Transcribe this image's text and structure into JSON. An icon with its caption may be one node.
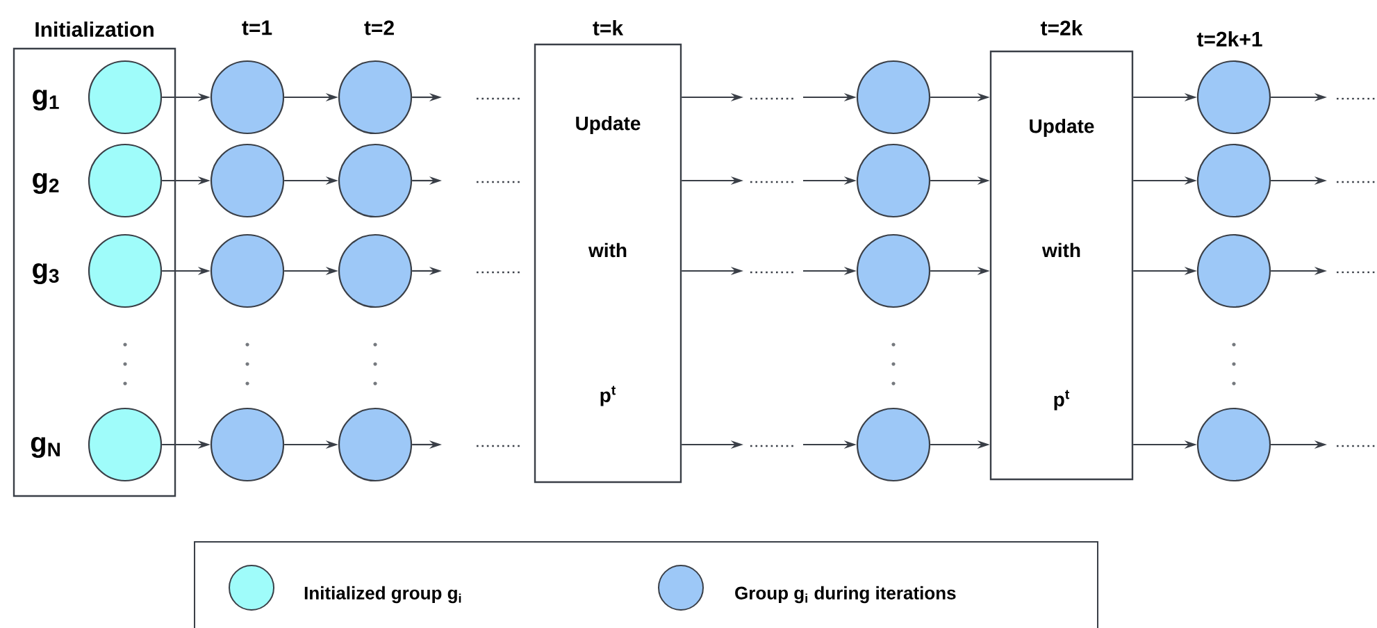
{
  "diagram": {
    "nodes": [
      {
        "text": [
          "Initialization"
        ]
      },
      {
        "text": [],
        "shape": "circle",
        "in": 0
      },
      {
        "text": [],
        "shape": "circle",
        "in": 0
      },
      {
        "text": [],
        "shape": "circle",
        "in": 0
      },
      {
        "text": [],
        "shape": "circle",
        "in": 0
      },
      {
        "text": [],
        "shape": "circle"
      },
      {
        "text": [],
        "shape": "circle"
      },
      {
        "text": [],
        "shape": "circle"
      },
      {
        "text": [],
        "shape": "circle"
      },
      {
        "text": [],
        "shape": "circle"
      },
      {
        "text": [],
        "shape": "circle"
      },
      {
        "text": [],
        "shape": "circle"
      },
      {
        "text": [],
        "shape": "circle"
      },
      {
        "text": [
          "t=k",
          "Update",
          "with",
          "p$^{t}$"
        ]
      },
      {
        "text": [],
        "shape": "circle"
      },
      {
        "text": [],
        "shape": "circle"
      },
      {
        "text": [],
        "shape": "circle"
      },
      {
        "text": [],
        "shape": "circle"
      },
      {
        "text": [
          "t=2k",
          "Update",
          "with",
          "p$^{t}$"
        ]
      },
      {
        "text": [],
        "shape": "circle"
      },
      {
        "text": [],
        "shape": "circle"
      },
      {
        "text": [],
        "shape": "circle"
      },
      {
        "text": [],
        "shape": "circle"
      }
    ],
    "edges": [
      {
        "from": 1,
        "to": 5,
        "arrow": "to"
      },
      {
        "from": 5,
        "to": 9,
        "arrow": "to"
      },
      {
        "from": 9,
        "to": null,
        "arrow": "to"
      },
      {
        "from": 13,
        "to": null,
        "arrow": "to"
      },
      {
        "from": null,
        "to": 14,
        "arrow": "to"
      },
      {
        "from": 14,
        "to": 18,
        "arrow": "to"
      },
      {
        "from": 18,
        "to": 19,
        "arrow": "to"
      },
      {
        "from": 19,
        "to": null,
        "arrow": "to"
      },
      {
        "from": 2,
        "to": 6,
        "arrow": "to"
      },
      {
        "from": 6,
        "to": 10,
        "arrow": "to"
      },
      {
        "from": 10,
        "to": null,
        "arrow": "to"
      },
      {
        "from": 13,
        "to": null,
        "arrow": "to"
      },
      {
        "from": null,
        "to": 15,
        "arrow": "to"
      },
      {
        "from": 15,
        "to": 18,
        "arrow": "to"
      },
      {
        "from": 18,
        "to": 20,
        "arrow": "to"
      },
      {
        "from": 20,
        "to": null,
        "arrow": "to"
      },
      {
        "from": 3,
        "to": 7,
        "arrow": "to"
      },
      {
        "from": 7,
        "to": 11,
        "arrow": "to"
      },
      {
        "from": 11,
        "to": null,
        "arrow": "to"
      },
      {
        "from": 13,
        "to": null,
        "arrow": "to"
      },
      {
        "from": null,
        "to": 16,
        "arrow": "to"
      },
      {
        "from": 16,
        "to": 18,
        "arrow": "to"
      },
      {
        "from": 18,
        "to": 21,
        "arrow": "to"
      },
      {
        "from": 21,
        "to": null,
        "arrow": "to"
      },
      {
        "from": 4,
        "to": 8,
        "arrow": "to"
      },
      {
        "from": 8,
        "to": 12,
        "arrow": "to"
      },
      {
        "from": 12,
        "to": null,
        "arrow": "to"
      },
      {
        "from": 13,
        "to": null,
        "arrow": "to"
      },
      {
        "from": null,
        "to": 17,
        "arrow": "to"
      },
      {
        "from": 17,
        "to": 18,
        "arrow": "to"
      },
      {
        "from": 18,
        "to": 22,
        "arrow": "to"
      },
      {
        "from": 22,
        "to": null,
        "arrow": "to"
      }
    ],
    "labels": [
      "t=1",
      "t=2",
      "t=2k+1",
      "g$_{1}$",
      "g$_{2}$",
      "g$_{3}$",
      "g$_{N}$"
    ],
    "legend": [
      {
        "text": "Initialized group g$_{i}$",
        "color": "#9ffcfa"
      },
      {
        "text": "Group g$_{i}$ during iterations",
        "color": "#9dc8f7"
      }
    ]
  }
}
